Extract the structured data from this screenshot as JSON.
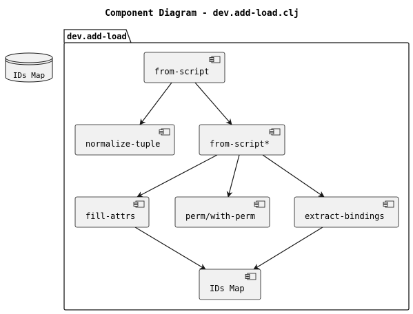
{
  "diagram": {
    "title": "Component Diagram - dev.add-load.clj",
    "package_label": "dev.add-load",
    "database_label": "IDs Map",
    "components": [
      {
        "id": "from-script",
        "label": "from-script"
      },
      {
        "id": "normalize-tuple",
        "label": "normalize-tuple"
      },
      {
        "id": "from-script-star",
        "label": "from-script*"
      },
      {
        "id": "fill-attrs",
        "label": "fill-attrs"
      },
      {
        "id": "perm-with-perm",
        "label": "perm/with-perm"
      },
      {
        "id": "extract-bindings",
        "label": "extract-bindings"
      },
      {
        "id": "ids-map",
        "label": "IDs Map"
      }
    ],
    "edges": [
      {
        "from": "from-script",
        "to": "normalize-tuple"
      },
      {
        "from": "from-script",
        "to": "from-script-star"
      },
      {
        "from": "from-script-star",
        "to": "fill-attrs"
      },
      {
        "from": "from-script-star",
        "to": "perm-with-perm"
      },
      {
        "from": "from-script-star",
        "to": "extract-bindings"
      },
      {
        "from": "fill-attrs",
        "to": "ids-map"
      },
      {
        "from": "extract-bindings",
        "to": "ids-map"
      }
    ],
    "colors": {
      "component_fill": "#f1f1f1",
      "component_stroke": "#181818",
      "line": "#181818",
      "background": "#ffffff"
    }
  }
}
